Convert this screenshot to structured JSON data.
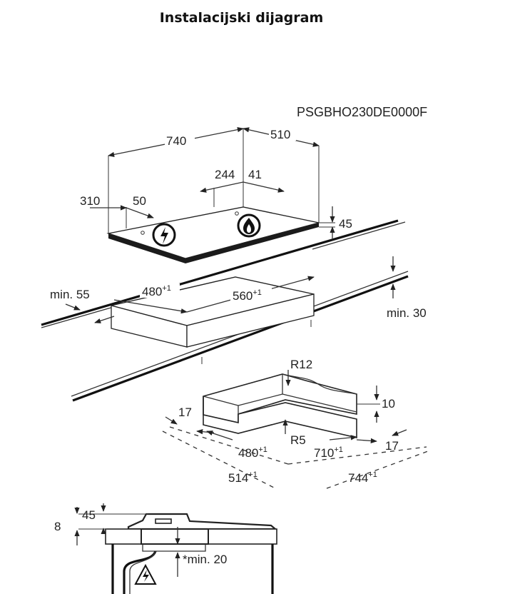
{
  "title": "Instalacijski dijagram",
  "model": "PSGBHO230DE0000F",
  "hob_dims": {
    "width": "740",
    "depth": "510",
    "gas_offset_x": "244",
    "gas_offset_y": "41",
    "elec_offset_x": "310",
    "elec_offset_y": "50",
    "height": "45"
  },
  "cutout": {
    "width": "560",
    "width_tol": "+1",
    "depth": "480",
    "depth_tol": "+1",
    "min_front": "min. 55",
    "min_back": "min. 30"
  },
  "frame": {
    "radius_outer": "R12",
    "radius_inner": "R5",
    "thickness": "10",
    "side_left": "17",
    "side_right": "17",
    "inner_depth": "480",
    "inner_depth_tol": "+1",
    "inner_width": "710",
    "inner_width_tol": "+1",
    "outer_depth": "514",
    "outer_depth_tol": "+1",
    "outer_width": "744",
    "outer_width_tol": "+1"
  },
  "section": {
    "total_height": "8",
    "hob_height": "45",
    "min_clearance": "*min. 20"
  },
  "icons": [
    "electric-warning-icon",
    "gas-flame-icon"
  ]
}
